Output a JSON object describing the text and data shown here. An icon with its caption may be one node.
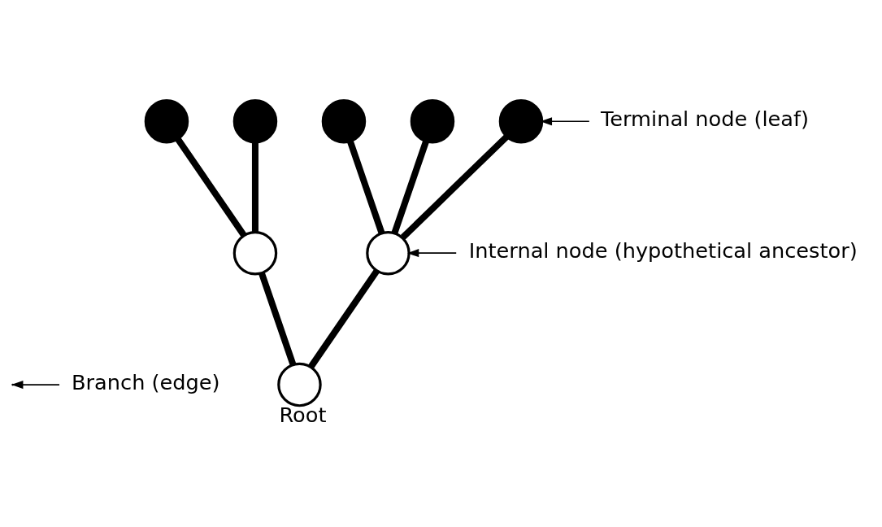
{
  "diagram": {
    "nodes": [
      {
        "text": [
          "Terminal node (leaf)"
        ]
      },
      {
        "text": [],
        "shape": "circle"
      },
      {
        "text": [],
        "shape": "circle"
      },
      {
        "text": [],
        "shape": "circle"
      },
      {
        "text": [],
        "shape": "circle"
      },
      {
        "text": [],
        "shape": "circle"
      },
      {
        "text": [],
        "shape": "circle"
      },
      {
        "text": [],
        "shape": "circle"
      },
      {
        "text": [
          "Internal node (hypothetical ancestor)"
        ]
      },
      {
        "text": [
          "Branch (edge)"
        ]
      },
      {
        "text": [],
        "shape": "circle",
        "beside": [
          "Root"
        ]
      }
    ],
    "edges": [
      {
        "from": 6,
        "to": 1,
        "arrow": "none"
      },
      {
        "from": 6,
        "to": 2,
        "arrow": "none"
      },
      {
        "from": 7,
        "to": 3,
        "arrow": "none"
      },
      {
        "from": 7,
        "to": 4,
        "arrow": "none"
      },
      {
        "from": 7,
        "to": 5,
        "arrow": "none"
      },
      {
        "from": 10,
        "to": 6,
        "arrow": "none"
      },
      {
        "from": 10,
        "to": 7,
        "arrow": "none"
      },
      {
        "from": 0,
        "to": 5,
        "arrow": "to"
      },
      {
        "from": 8,
        "to": 7,
        "arrow": "to"
      },
      {
        "from": 9,
        "to": null,
        "arrow": "to"
      }
    ]
  }
}
